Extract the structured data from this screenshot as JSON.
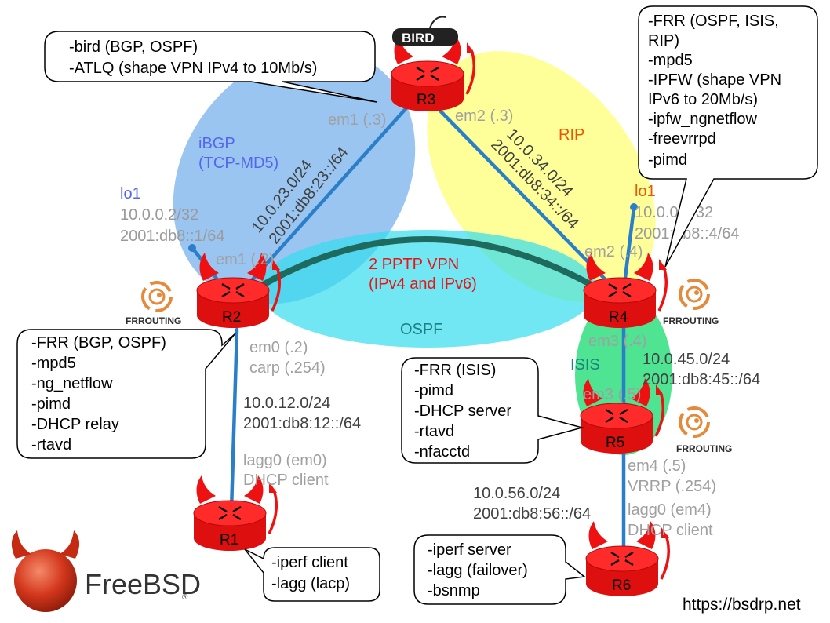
{
  "areas": {
    "ibgp": {
      "label1": "iBGP",
      "label2": "(TCP-MD5)",
      "color": "#88bbee"
    },
    "rip": {
      "label": "RIP",
      "color": "#ffff88"
    },
    "ospf": {
      "label": "OSPF",
      "color": "#33ddee"
    },
    "isis": {
      "label": "ISIS",
      "color": "#22dd77"
    }
  },
  "vpn": {
    "line1": "2 PPTP VPN",
    "line2": "(IPv4 and IPv6)"
  },
  "routers": {
    "r1": {
      "name": "R1",
      "notes": [
        "-iperf client",
        "-lagg (lacp)"
      ]
    },
    "r2": {
      "name": "R2",
      "notes": [
        "-FRR (BGP, OSPF)",
        "-mpd5",
        "-ng_netflow",
        "-pimd",
        "-DHCP relay",
        "-rtavd"
      ]
    },
    "r3": {
      "name": "R3",
      "notes": [
        "-bird (BGP, OSPF)",
        "-ATLQ (shape VPN IPv4 to 10Mb/s)"
      ]
    },
    "r4": {
      "name": "R4",
      "notes": [
        "-FRR (OSPF, ISIS,",
        "RIP)",
        "-mpd5",
        "-IPFW (shape VPN",
        "IPv6 to 20Mb/s)",
        "-ipfw_ngnetflow",
        "-freevrrpd",
        "-pimd"
      ]
    },
    "r5": {
      "name": "R5",
      "notes": [
        "-FRR (ISIS)",
        "-pimd",
        "-DHCP server",
        "-rtavd",
        "-nfacctd"
      ]
    },
    "r6": {
      "name": "R6",
      "notes": [
        "-iperf server",
        "-lagg (failover)",
        "-bsnmp"
      ]
    }
  },
  "loopbacks": {
    "r2": {
      "name": "lo1",
      "ipv4": "10.0.0.2/32",
      "ipv6": "2001:db8::1/64"
    },
    "r4": {
      "name": "lo1",
      "ipv4": "10.0.0.4/32",
      "ipv6": "2001:db8::4/64"
    }
  },
  "interfaces": {
    "r3_em1": "em1 (.3)",
    "r3_em2": "em2 (.3)",
    "r2_em1": "em1 (.2)",
    "r4_em2": "em2 (.4)",
    "r2_em0": "em0 (.2)",
    "r2_carp": "carp (.254)",
    "r1_lagg0": "lagg0 (em0)",
    "r1_dhcp": "DHCP client",
    "r4_em3": "em3 (.4)",
    "r5_em3": "em3 (.5)",
    "r5_em4": "em4 (.5)",
    "r5_vrrp": "VRRP (.254)",
    "r6_lagg0": "lagg0 (em4)",
    "r6_dhcp": "DHCP client"
  },
  "networks": {
    "n23": {
      "ipv4": "10.0.23.0/24",
      "ipv6": "2001:db8:23::/64"
    },
    "n34": {
      "ipv4": "10.0.34.0/24",
      "ipv6": "2001:db8:34::/64"
    },
    "n12": {
      "ipv4": "10.0.12.0/24",
      "ipv6": "2001:db8:12::/64"
    },
    "n45": {
      "ipv4": "10.0.45.0/24",
      "ipv6": "2001:db8:45::/64"
    },
    "n56": {
      "ipv4": "10.0.56.0/24",
      "ipv6": "2001:db8:56::/64"
    }
  },
  "logos": {
    "bird": "BIRD",
    "frrouting": "FRROUTING",
    "freebsd": "FreeBSD",
    "registered": "®"
  },
  "footer": {
    "url": "https://bsdrp.net"
  },
  "colors": {
    "router": "#ee1111",
    "link": "#2a7fc8",
    "vpn": "#1e6a5e",
    "text_gray": "#9a9a9a"
  }
}
